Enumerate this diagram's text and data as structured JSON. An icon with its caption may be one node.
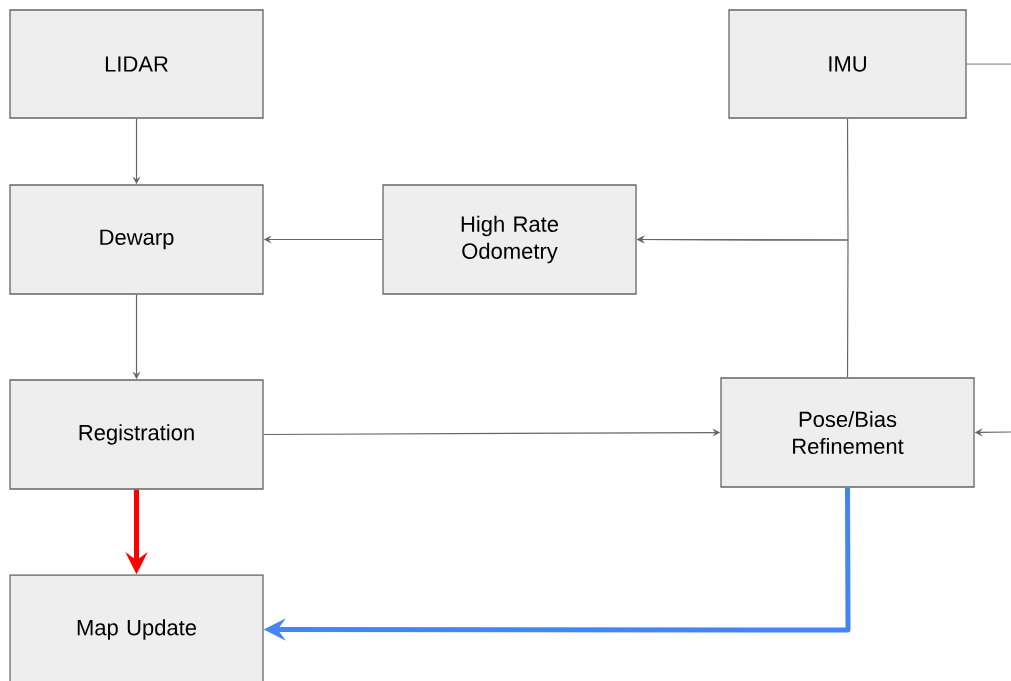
{
  "diagram": {
    "nodes": [
      {
        "text": [
          "LIDAR"
        ]
      },
      {
        "text": [
          "Dewarp"
        ]
      },
      {
        "text": [
          "High Rate Odometry"
        ]
      },
      {
        "text": [
          "IMU"
        ]
      },
      {
        "text": [
          "Registration"
        ]
      },
      {
        "text": [
          "Pose/Bias Refinement"
        ]
      },
      {
        "text": [
          "Map Update"
        ]
      }
    ],
    "edges": [
      {
        "from": 0,
        "to": 1,
        "arrow": "to"
      },
      {
        "from": 2,
        "to": 1,
        "arrow": "to"
      },
      {
        "from": 3,
        "to": 2,
        "arrow": "to"
      },
      {
        "from": 5,
        "to": 2,
        "arrow": "to"
      },
      {
        "from": 1,
        "to": 4,
        "arrow": "to"
      },
      {
        "from": 4,
        "to": 5,
        "arrow": "to"
      },
      {
        "from": 3,
        "to": null,
        "arrow": "none"
      },
      {
        "from": null,
        "to": 5,
        "arrow": "to"
      },
      {
        "from": 4,
        "to": 6,
        "arrow": "to",
        "style": "thick",
        "color": "#ff0000"
      },
      {
        "from": 5,
        "to": 6,
        "arrow": "to",
        "style": "thick",
        "color": "#4285f4"
      }
    ]
  }
}
